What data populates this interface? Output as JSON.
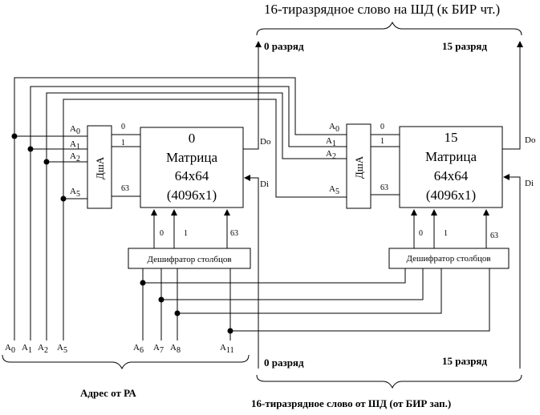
{
  "header": {
    "top_bus_caption": "16-тиразрядное слово на ШД (к БИР чт.)",
    "top_bit0": "0 разряд",
    "top_bit15": "15 разряд"
  },
  "footer": {
    "bottom_bus_caption": "16-тиразрядное слово от ШД (от БИР зап.)",
    "bottom_bit0": "0 разряд",
    "bottom_bit15": "15 разряд",
    "address_caption": "Адрес от РА"
  },
  "bank0": {
    "row_decoder": "ДшА",
    "matrix_index": "0",
    "matrix_title": "Матрица",
    "matrix_dims": "64x64",
    "matrix_capacity": "(4096x1)",
    "col_decoder": "Дешифратор столбцов",
    "do_label": "Do",
    "di_label": "Di",
    "row_line_labels": [
      "0",
      "1",
      "63"
    ],
    "col_line_labels": [
      "0",
      "1",
      "63"
    ]
  },
  "bank15": {
    "row_decoder": "ДшА",
    "matrix_index": "15",
    "matrix_title": "Матрица",
    "matrix_dims": "64x64",
    "matrix_capacity": "(4096x1)",
    "col_decoder": "Дешифратор столбцов",
    "do_label": "Do",
    "di_label": "Di",
    "row_line_labels": [
      "0",
      "1",
      "63"
    ],
    "col_line_labels": [
      "0",
      "1",
      "63"
    ]
  },
  "address_inputs": {
    "row": [
      {
        "base": "A",
        "sub": "0"
      },
      {
        "base": "A",
        "sub": "1"
      },
      {
        "base": "A",
        "sub": "2"
      },
      {
        "base": "A",
        "sub": "5"
      }
    ],
    "col": [
      {
        "base": "A",
        "sub": "6"
      },
      {
        "base": "A",
        "sub": "7"
      },
      {
        "base": "A",
        "sub": "8"
      },
      {
        "base": "A",
        "sub": "11"
      }
    ]
  }
}
